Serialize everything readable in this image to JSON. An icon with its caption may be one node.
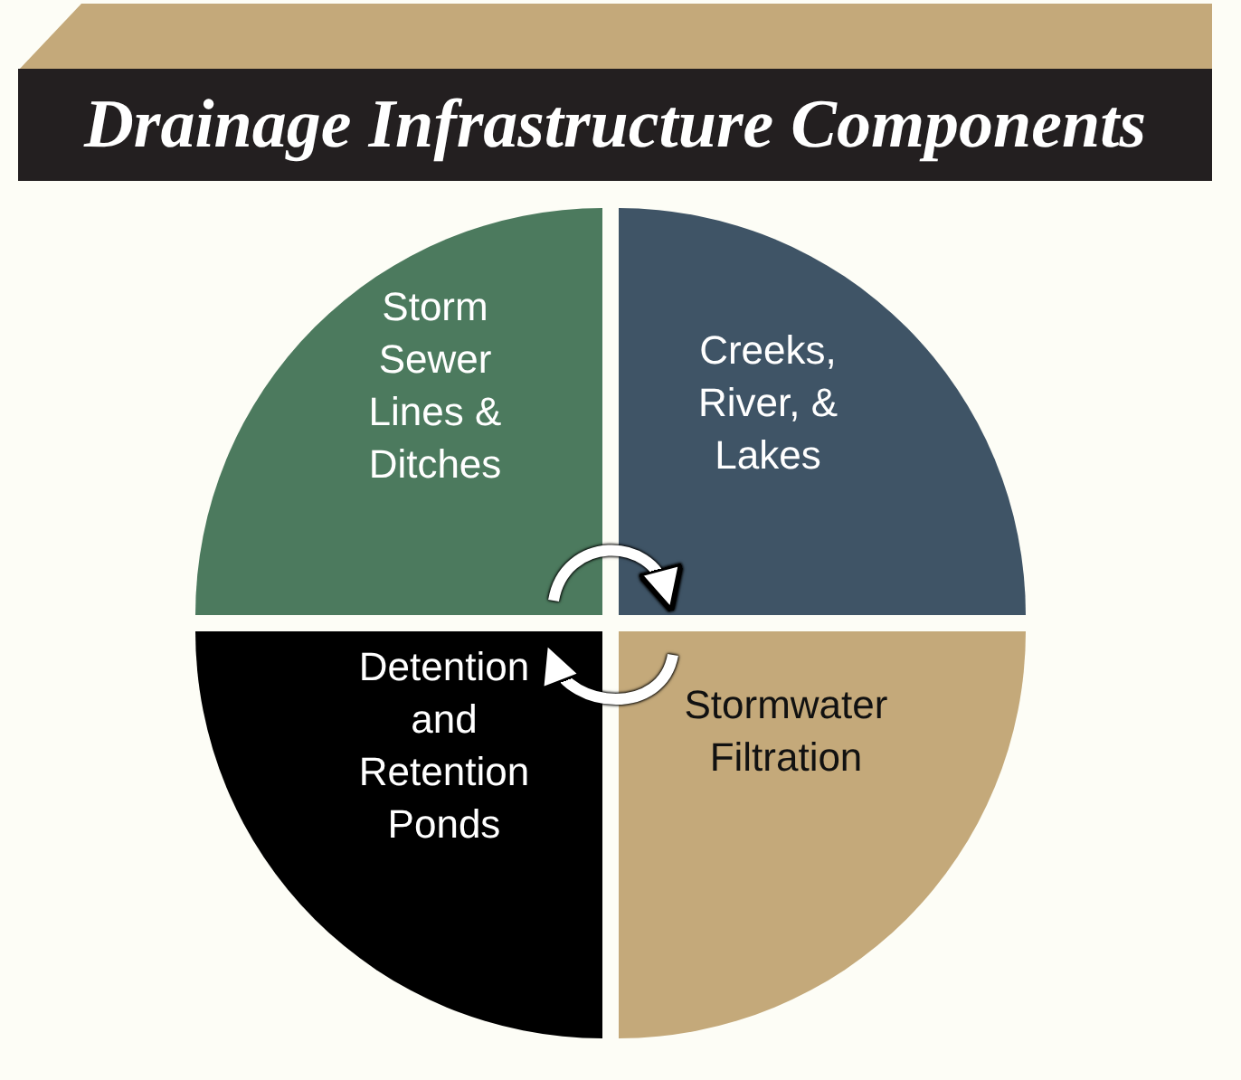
{
  "diagram": {
    "title": "Drainage Infrastructure Components",
    "nodes": [
      {
        "text": [
          "Storm Sewer Lines & Ditches"
        ]
      },
      {
        "text": [
          "Creeks, River, & Lakes"
        ]
      },
      {
        "text": [
          "Detention and Retention Ponds"
        ]
      },
      {
        "text": [
          "Stormwater Filtration"
        ]
      }
    ],
    "edges": [
      {
        "from": 0,
        "to": 1,
        "arrow": "to"
      },
      {
        "from": 3,
        "to": 2,
        "arrow": "to"
      }
    ]
  }
}
